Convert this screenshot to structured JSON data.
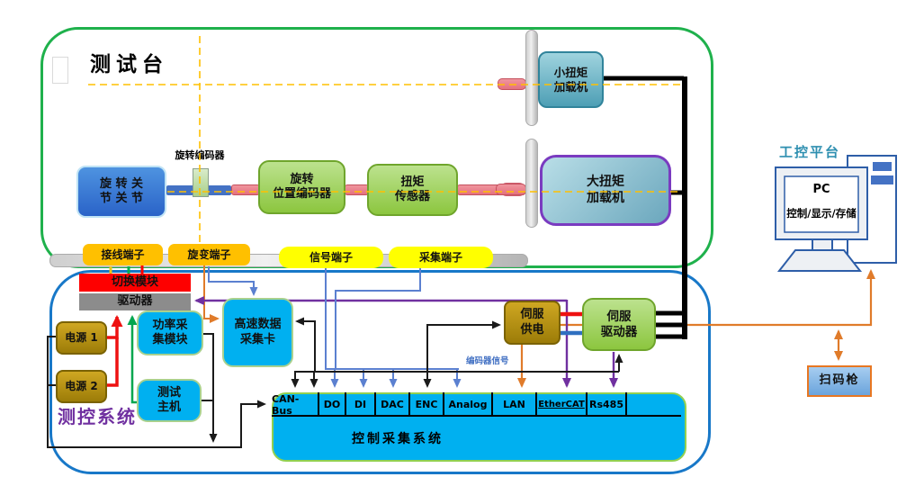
{
  "test_bench": {
    "title": "测试台",
    "rotary_joint": "旋 转 关\n节 关 节",
    "encoder_label": "旋转编码器",
    "position_encoder": "旋转\n位置编码器",
    "torque_sensor": "扭矩\n传感器",
    "small_torque_loader": "小扭矩\n加载机",
    "large_torque_loader": "大扭矩\n加载机"
  },
  "terminals": {
    "wiring": "接线端子",
    "resolver": "旋变端子",
    "signal": "信号端子",
    "acquisition": "采集端子"
  },
  "control_system": {
    "label": "测控系统",
    "switch_module": "切换模块",
    "driver": "驱动器",
    "power1": "电源 1",
    "power2": "电源 2",
    "power_acq_module": "功率采\n集模块",
    "test_host": "测试\n主机",
    "daq_card": "高速数据\n采集卡",
    "servo_power": "伺服\n供电",
    "servo_driver": "伺服\n驱动器",
    "encoder_signal_label": "编码器信号",
    "acq_system_label": "控制采集系统",
    "ports": [
      "CAN-Bus",
      "DO",
      "DI",
      "DAC",
      "ENC",
      "Analog",
      "LAN",
      "EtherCAT",
      "Rs485"
    ]
  },
  "platform": {
    "label": "工控平台",
    "pc": "PC",
    "pc_function": "控制/显示/存储",
    "scanner": "扫码枪"
  },
  "colors": {
    "bench_border": "#1fb14c",
    "system_border": "#1878c8",
    "centerline": "#ffc000",
    "purple_wire": "#7030a0",
    "orange_wire": "#e07b2a",
    "blue_wire": "#5b80d0",
    "cyan_fill": "#00b0f0"
  }
}
